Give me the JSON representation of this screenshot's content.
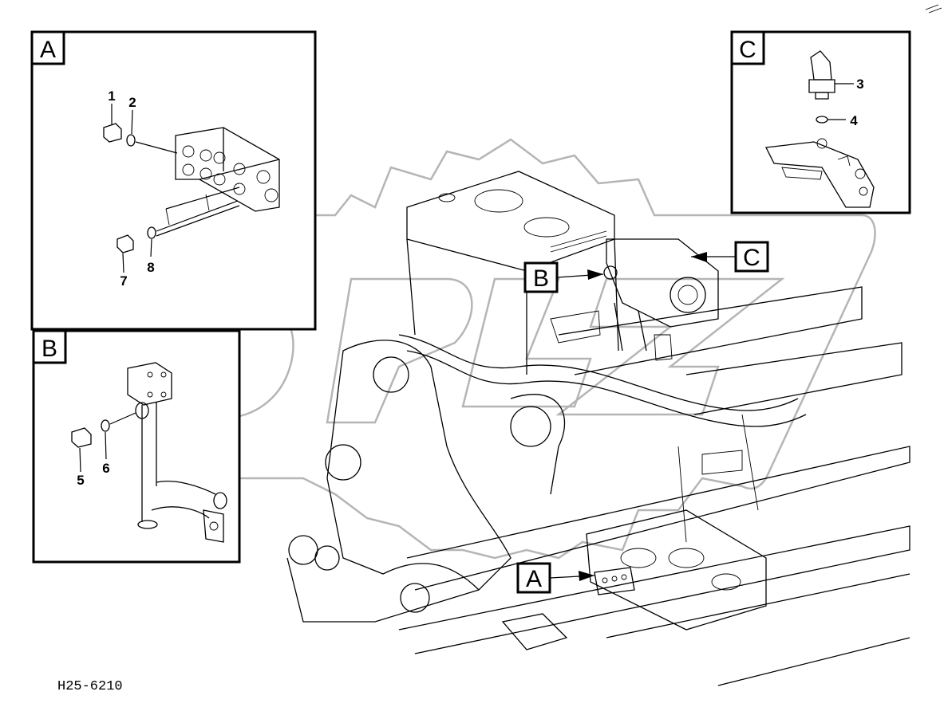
{
  "drawing_code": "H25-6210",
  "views": [
    {
      "id": "A",
      "label": "A"
    },
    {
      "id": "B",
      "label": "B"
    },
    {
      "id": "C",
      "label": "C"
    }
  ],
  "main_callouts": [
    "A",
    "B",
    "C"
  ],
  "part_numbers": [
    "1",
    "2",
    "3",
    "4",
    "5",
    "6",
    "7",
    "8"
  ]
}
